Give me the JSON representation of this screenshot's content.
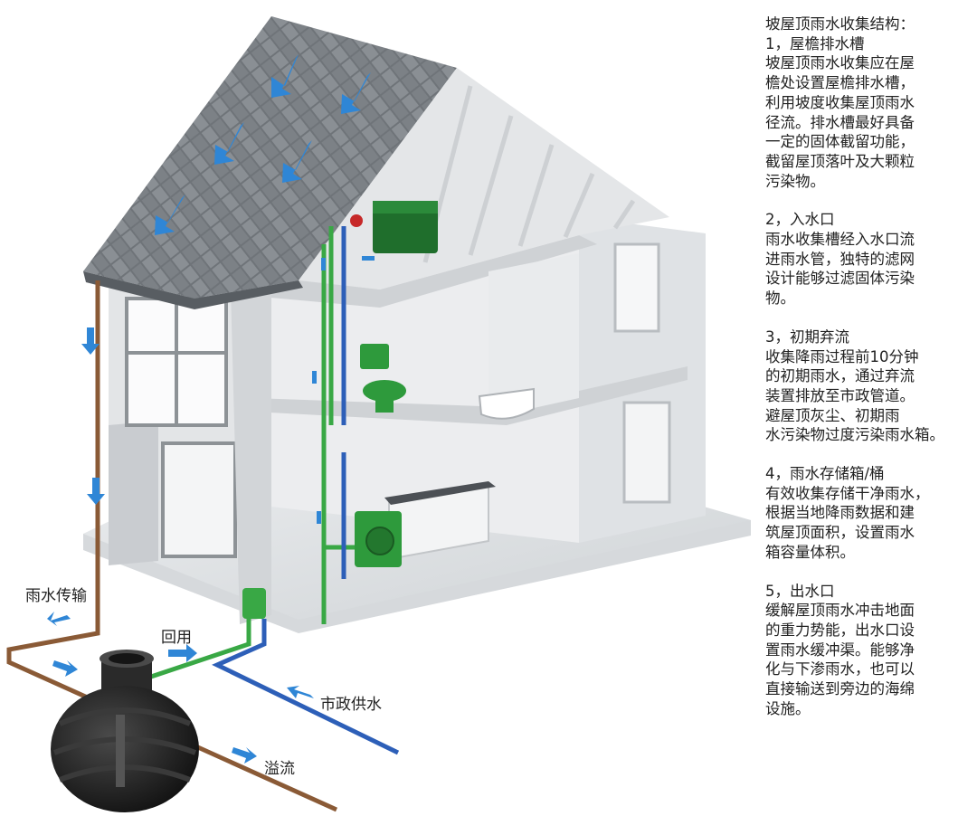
{
  "colors": {
    "rainwater_pipe": "#8a5a36",
    "reuse_pipe": "#39a845",
    "municipal_pipe": "#2d5fb8",
    "arrow": "#2f86d6",
    "roof": "#6f7479",
    "wall": "#e6e8ea",
    "tank": "#1c1c1c",
    "appliance_green": "#2e9a3c"
  },
  "labels": {
    "rain_transport": "雨水传输",
    "reuse": "回用",
    "municipal_supply": "市政供水",
    "overflow": "溢流"
  },
  "icons": [
    "flow-arrow-icon"
  ],
  "description": {
    "title": "坡屋顶雨水收集结构：",
    "steps": [
      {
        "heading": "1，屋檐排水槽",
        "lines": [
          "坡屋顶雨水收集应在屋",
          "檐处设置屋檐排水槽，",
          "利用坡度收集屋顶雨水",
          "径流。排水槽最好具备",
          "一定的固体截留功能，",
          "截留屋顶落叶及大颗粒",
          "污染物。"
        ]
      },
      {
        "heading": "2，入水口",
        "lines": [
          "雨水收集槽经入水口流",
          "进雨水管，独特的滤网",
          "设计能够过滤固体污染",
          "物。"
        ]
      },
      {
        "heading": "3，初期弃流",
        "lines": [
          "收集降雨过程前10分钟",
          "的初期雨水，通过弃流",
          "装置排放至市政管道。",
          "避屋顶灰尘、初期雨",
          "水污染物过度污染雨水箱。"
        ]
      },
      {
        "heading": "4，雨水存储箱/桶",
        "lines": [
          "有效收集存储干净雨水，",
          "根据当地降雨数据和建",
          "筑屋顶面积，设置雨水",
          "箱容量体积。"
        ]
      },
      {
        "heading": "5，出水口",
        "lines": [
          "缓解屋顶雨水冲击地面",
          "的重力势能，出水口设",
          "置雨水缓冲渠。能够净",
          "化与下渗雨水，也可以",
          "直接输送到旁边的海绵",
          "设施。"
        ]
      }
    ]
  }
}
